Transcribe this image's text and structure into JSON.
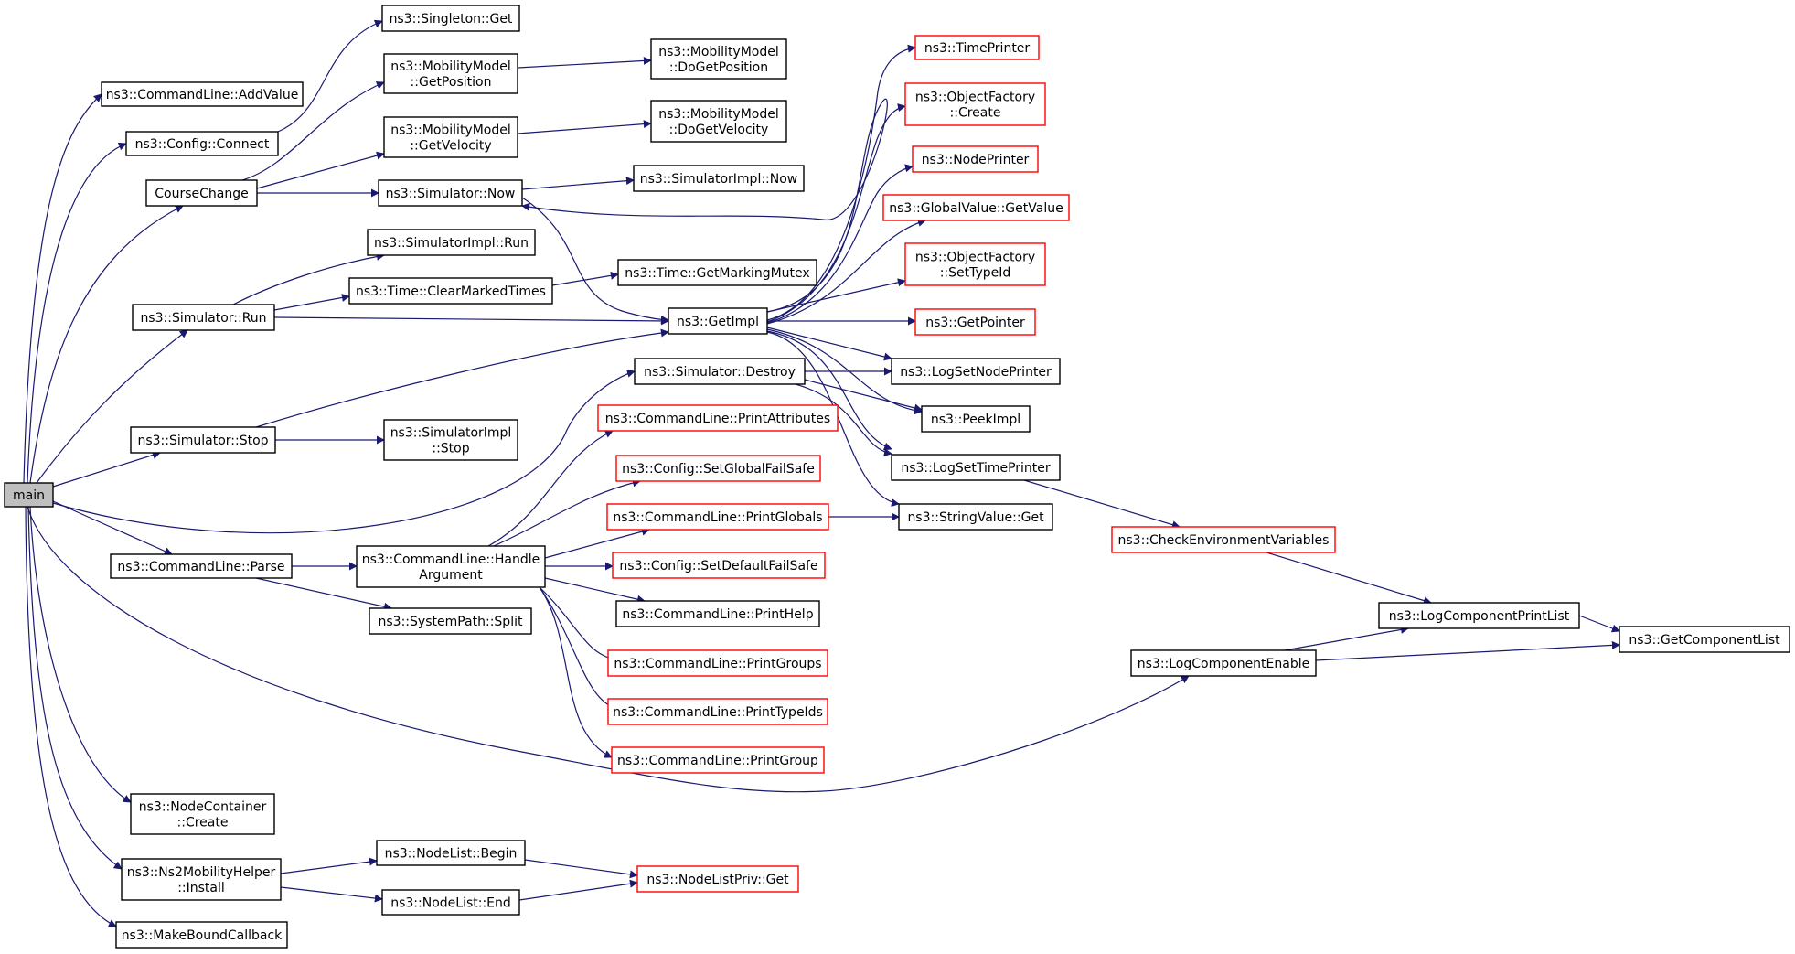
{
  "colors": {
    "edge": "#191970",
    "truncated_border": "#ff0000",
    "normal_border": "#000000",
    "root_fill": "#bfbfbf"
  },
  "nodes": {
    "main": {
      "lines": [
        "main"
      ],
      "kind": "root"
    },
    "CmdAddValue": {
      "lines": [
        "ns3::CommandLine::AddValue"
      ],
      "kind": "normal"
    },
    "ConfigConnect": {
      "lines": [
        "ns3::Config::Connect"
      ],
      "kind": "normal"
    },
    "CourseChange": {
      "lines": [
        "CourseChange"
      ],
      "kind": "normal"
    },
    "SimRun": {
      "lines": [
        "ns3::Simulator::Run"
      ],
      "kind": "normal"
    },
    "SimStop": {
      "lines": [
        "ns3::Simulator::Stop"
      ],
      "kind": "normal"
    },
    "CmdParse": {
      "lines": [
        "ns3::CommandLine::Parse"
      ],
      "kind": "normal"
    },
    "NodeContCreate": {
      "lines": [
        "ns3::NodeContainer",
        "::Create"
      ],
      "kind": "normal"
    },
    "Ns2Install": {
      "lines": [
        "ns3::Ns2MobilityHelper",
        "::Install"
      ],
      "kind": "normal"
    },
    "MakeBoundCallback": {
      "lines": [
        "ns3::MakeBoundCallback"
      ],
      "kind": "normal"
    },
    "SingletonGet": {
      "lines": [
        "ns3::Singleton::Get"
      ],
      "kind": "normal"
    },
    "MobGetPos": {
      "lines": [
        "ns3::MobilityModel",
        "::GetPosition"
      ],
      "kind": "normal"
    },
    "MobGetVel": {
      "lines": [
        "ns3::MobilityModel",
        "::GetVelocity"
      ],
      "kind": "normal"
    },
    "SimNow": {
      "lines": [
        "ns3::Simulator::Now"
      ],
      "kind": "normal"
    },
    "SimImplRun": {
      "lines": [
        "ns3::SimulatorImpl::Run"
      ],
      "kind": "normal"
    },
    "TimeClear": {
      "lines": [
        "ns3::Time::ClearMarkedTimes"
      ],
      "kind": "normal"
    },
    "SimImplStop": {
      "lines": [
        "ns3::SimulatorImpl",
        "::Stop"
      ],
      "kind": "normal"
    },
    "HandleArg": {
      "lines": [
        "ns3::CommandLine::Handle",
        "Argument"
      ],
      "kind": "normal"
    },
    "SysPathSplit": {
      "lines": [
        "ns3::SystemPath::Split"
      ],
      "kind": "normal"
    },
    "NodeListBegin": {
      "lines": [
        "ns3::NodeList::Begin"
      ],
      "kind": "normal"
    },
    "NodeListEnd": {
      "lines": [
        "ns3::NodeList::End"
      ],
      "kind": "normal"
    },
    "MobDoGetPos": {
      "lines": [
        "ns3::MobilityModel",
        "::DoGetPosition"
      ],
      "kind": "normal"
    },
    "MobDoGetVel": {
      "lines": [
        "ns3::MobilityModel",
        "::DoGetVelocity"
      ],
      "kind": "normal"
    },
    "SimImplNow": {
      "lines": [
        "ns3::SimulatorImpl::Now"
      ],
      "kind": "normal"
    },
    "TimeGetMutex": {
      "lines": [
        "ns3::Time::GetMarkingMutex"
      ],
      "kind": "normal"
    },
    "GetImpl": {
      "lines": [
        "ns3::GetImpl"
      ],
      "kind": "normal"
    },
    "SimDestroy": {
      "lines": [
        "ns3::Simulator::Destroy"
      ],
      "kind": "normal"
    },
    "PrintAttributes": {
      "lines": [
        "ns3::CommandLine::PrintAttributes"
      ],
      "kind": "truncated"
    },
    "SetGlobalFailSafe": {
      "lines": [
        "ns3::Config::SetGlobalFailSafe"
      ],
      "kind": "truncated"
    },
    "PrintGlobals": {
      "lines": [
        "ns3::CommandLine::PrintGlobals"
      ],
      "kind": "truncated"
    },
    "SetDefaultFailSafe": {
      "lines": [
        "ns3::Config::SetDefaultFailSafe"
      ],
      "kind": "truncated"
    },
    "PrintHelp": {
      "lines": [
        "ns3::CommandLine::PrintHelp"
      ],
      "kind": "normal"
    },
    "PrintGroups": {
      "lines": [
        "ns3::CommandLine::PrintGroups"
      ],
      "kind": "truncated"
    },
    "PrintTypeIds": {
      "lines": [
        "ns3::CommandLine::PrintTypeIds"
      ],
      "kind": "truncated"
    },
    "PrintGroup": {
      "lines": [
        "ns3::CommandLine::PrintGroup"
      ],
      "kind": "truncated"
    },
    "NodeListPrivGet": {
      "lines": [
        "ns3::NodeListPriv::Get"
      ],
      "kind": "truncated"
    },
    "TimePrinter": {
      "lines": [
        "ns3::TimePrinter"
      ],
      "kind": "truncated"
    },
    "ObjFactCreate": {
      "lines": [
        "ns3::ObjectFactory",
        "::Create"
      ],
      "kind": "truncated"
    },
    "NodePrinter": {
      "lines": [
        "ns3::NodePrinter"
      ],
      "kind": "truncated"
    },
    "GlobalValueGet": {
      "lines": [
        "ns3::GlobalValue::GetValue"
      ],
      "kind": "truncated"
    },
    "ObjFactSetTypeId": {
      "lines": [
        "ns3::ObjectFactory",
        "::SetTypeId"
      ],
      "kind": "truncated"
    },
    "GetPointer": {
      "lines": [
        "ns3::GetPointer"
      ],
      "kind": "truncated"
    },
    "LogSetNodePrinter": {
      "lines": [
        "ns3::LogSetNodePrinter"
      ],
      "kind": "normal"
    },
    "PeekImpl": {
      "lines": [
        "ns3::PeekImpl"
      ],
      "kind": "normal"
    },
    "LogSetTimePrinter": {
      "lines": [
        "ns3::LogSetTimePrinter"
      ],
      "kind": "normal"
    },
    "StringValueGet": {
      "lines": [
        "ns3::StringValue::Get"
      ],
      "kind": "normal"
    },
    "CheckEnvVars": {
      "lines": [
        "ns3::CheckEnvironmentVariables"
      ],
      "kind": "truncated"
    },
    "LogCompEnable": {
      "lines": [
        "ns3::LogComponentEnable"
      ],
      "kind": "normal"
    },
    "LogCompPrintList": {
      "lines": [
        "ns3::LogComponentPrintList"
      ],
      "kind": "normal"
    },
    "GetComponentList": {
      "lines": [
        "ns3::GetComponentList"
      ],
      "kind": "normal"
    }
  }
}
